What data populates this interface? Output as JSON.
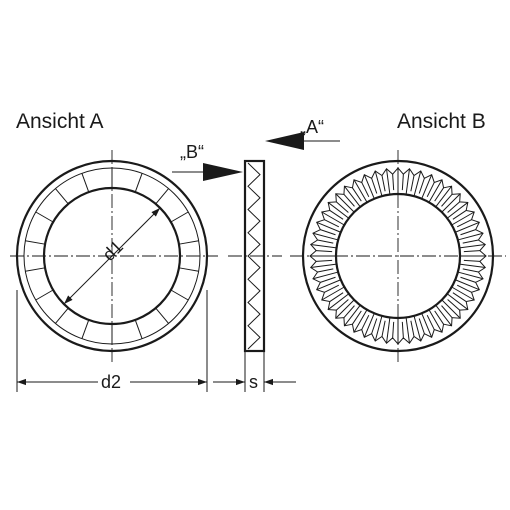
{
  "labels": {
    "view_a": "Ansicht A",
    "view_b": "Ansicht B",
    "arrow_a": "„A“",
    "arrow_b": "„B“",
    "d1": "d1",
    "d2": "d2",
    "s": "s"
  },
  "view_a_segments": 18,
  "view_b_teeth": 48
}
